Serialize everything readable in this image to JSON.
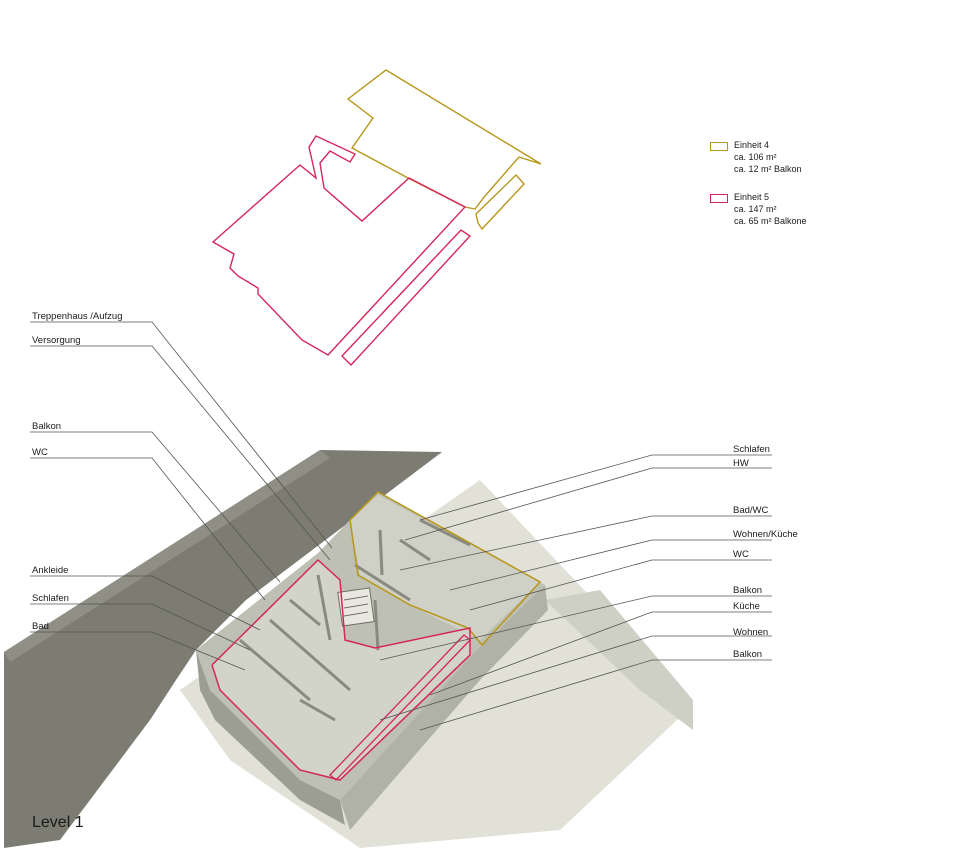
{
  "colors": {
    "unit4": "#b7961a",
    "unit5": "#d5265a",
    "leader": "#3a3a3a",
    "facade": "#7b7b70",
    "ground": "#d9d9d0",
    "slab": "#c9cabd"
  },
  "legend": [
    {
      "name": "Einheit 4",
      "area": "ca. 106 m²",
      "balcony": "ca. 12 m² Balkon"
    },
    {
      "name": "Einheit 5",
      "area": "ca. 147 m²",
      "balcony": "ca. 65 m² Balkone"
    }
  ],
  "labels_left": [
    "Treppenhaus /Aufzug",
    "Versorgung",
    "Balkon",
    "WC",
    "Ankleide",
    "Schlafen",
    "Bad"
  ],
  "labels_right": [
    "Schlafen",
    "HW",
    "Bad/WC",
    "Wohnen/Küche",
    "WC",
    "Balkon",
    "Küche",
    "Wohnen",
    "Balkon"
  ],
  "level_label": "Level 1"
}
